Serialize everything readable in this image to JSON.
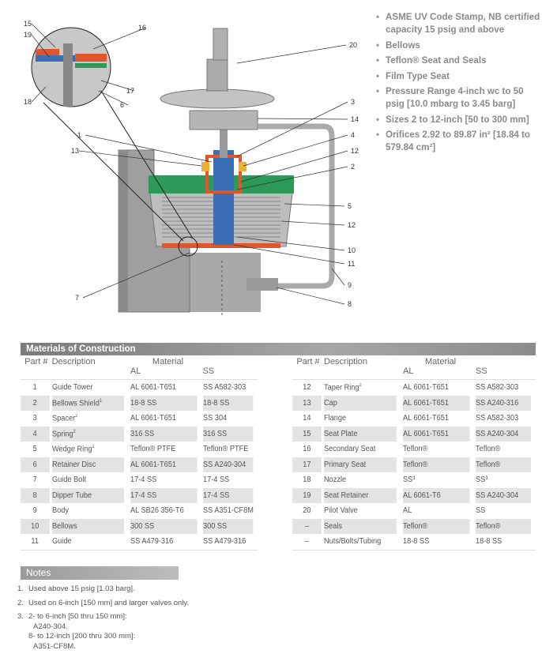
{
  "features": [
    "ASME UV Code Stamp, NB certified capacity 15 psig and above",
    "Bellows",
    "Teflon® Seat and Seals",
    "Film Type Seat",
    "Pressure Range 4-inch wc to 50 psig [10.0 mbarg to 3.45 barg]",
    "Sizes 2 to 12-inch [50 to 300 mm]",
    "Orifices 2.92 to 89.87 in² [18.84 to 579.84 cm²]"
  ],
  "diagram": {
    "callouts": [
      "15",
      "19",
      "16",
      "17",
      "6",
      "18",
      "20",
      "3",
      "14",
      "4",
      "12",
      "2",
      "1",
      "13",
      "5",
      "12",
      "10",
      "11",
      "9",
      "8",
      "7"
    ]
  },
  "materials": {
    "title": "Materials of Construction",
    "headers": {
      "part": "Part #",
      "description": "Description",
      "material": "Material",
      "al": "AL",
      "ss": "SS"
    },
    "left": [
      {
        "part": "1",
        "desc": "Guide Tower",
        "sup": "",
        "al": "AL 6061-T651",
        "ss": "SS A582-303"
      },
      {
        "part": "2",
        "desc": "Bellows Shield",
        "sup": "1",
        "al": "18-8 SS",
        "ss": "18-8 SS"
      },
      {
        "part": "3",
        "desc": "Spacer",
        "sup": "2",
        "al": "AL 6061-T651",
        "ss": "SS 304"
      },
      {
        "part": "4",
        "desc": "Spring",
        "sup": "2",
        "al": "316 SS",
        "ss": "316 SS"
      },
      {
        "part": "5",
        "desc": "Wedge Ring",
        "sup": "2",
        "al": "Teflon® PTFE",
        "ss": "Teflon® PTFE"
      },
      {
        "part": "6",
        "desc": "Retainer Disc",
        "sup": "",
        "al": "AL 6061-T651",
        "ss": "SS A240-304"
      },
      {
        "part": "7",
        "desc": "Guide Bolt",
        "sup": "",
        "al": "17-4 SS",
        "ss": "17-4 SS"
      },
      {
        "part": "8",
        "desc": "Dipper Tube",
        "sup": "",
        "al": "17-4 SS",
        "ss": "17-4 SS"
      },
      {
        "part": "9",
        "desc": "Body",
        "sup": "",
        "al": "AL SB26 356-T6",
        "ss": "SS A351-CF8M"
      },
      {
        "part": "10",
        "desc": "Bellows",
        "sup": "",
        "al": "300 SS",
        "ss": "300 SS"
      },
      {
        "part": "11",
        "desc": "Guide",
        "sup": "",
        "al": "SS A479-316",
        "ss": "SS A479-316"
      }
    ],
    "right": [
      {
        "part": "12",
        "desc": "Taper Ring",
        "sup": "2",
        "al": "AL 6061-T651",
        "ss": "SS A582-303"
      },
      {
        "part": "13",
        "desc": "Cap",
        "sup": "",
        "al": "AL 6061-T651",
        "ss": "SS A240-316"
      },
      {
        "part": "14",
        "desc": "Flange",
        "sup": "",
        "al": "AL 6061-T651",
        "ss": "SS A582-303"
      },
      {
        "part": "15",
        "desc": "Seat Plate",
        "sup": "",
        "al": "AL 6061-T651",
        "ss": "SS A240-304"
      },
      {
        "part": "16",
        "desc": "Secondary Seat",
        "sup": "",
        "al": "Teflon®",
        "ss": "Teflon®"
      },
      {
        "part": "17",
        "desc": "Primary Seat",
        "sup": "",
        "al": "Teflon®",
        "ss": "Teflon®"
      },
      {
        "part": "18",
        "desc": "Nozzle",
        "sup": "",
        "al": "SS³",
        "ss": "SS³"
      },
      {
        "part": "19",
        "desc": "Seat Retainer",
        "sup": "",
        "al": "AL 6061-T6",
        "ss": "SS A240-304"
      },
      {
        "part": "20",
        "desc": "Pilot Valve",
        "sup": "",
        "al": "AL",
        "ss": "SS"
      },
      {
        "part": "–",
        "desc": "Seals",
        "sup": "",
        "al": "Teflon®",
        "ss": "Teflon®"
      },
      {
        "part": "–",
        "desc": "Nuts/Bolts/Tubing",
        "sup": "",
        "al": "18-8 SS",
        "ss": "18-8 SS"
      }
    ]
  },
  "notes": {
    "title": "Notes",
    "items": [
      {
        "num": "1.",
        "lines": [
          "Used above 15 psig [1.03 barg]."
        ]
      },
      {
        "num": "2.",
        "lines": [
          "Used on 6-inch [150 mm] and larger valves only."
        ]
      },
      {
        "num": "3.",
        "lines": [
          "2- to 6-inch [50 thru 150 mm]:",
          "A240-304.",
          "8- to 12-inch [200 thru 300 mm]:",
          "A351-CF8M."
        ]
      }
    ]
  },
  "colors": {
    "section_bar": "#8c8c8c",
    "row_shade": "#e3e3e3",
    "feature_text": "#8a8a8a",
    "green": "#2e9a5a",
    "orange": "#e0552a",
    "blue": "#3a6fb5"
  }
}
